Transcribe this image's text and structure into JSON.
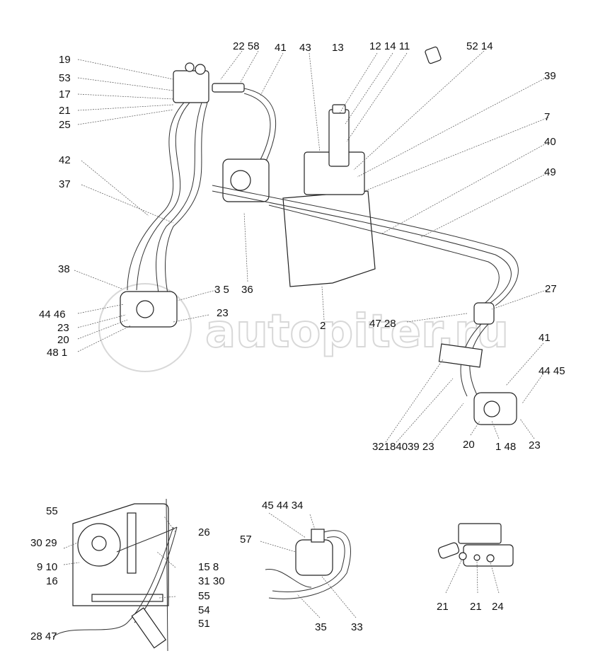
{
  "watermark": "autopiter.ru",
  "main_view": {
    "labels": [
      "19",
      "53",
      "17",
      "21",
      "25",
      "22 58",
      "41",
      "43",
      "13",
      "12 14 11",
      "52 14",
      "39",
      "7",
      "40",
      "49",
      "42",
      "37",
      "38",
      "3 5",
      "36",
      "44 46",
      "23",
      "20",
      "48 1",
      "23",
      "2",
      "47 28",
      "27",
      "41",
      "44 45",
      "32184039 23",
      "20",
      "1 48",
      "23"
    ]
  },
  "detail_left": {
    "labels": [
      "55",
      "30 29",
      "9 10",
      "16",
      "26",
      "15 8",
      "31 30",
      "55",
      "54",
      "51",
      "28 47"
    ]
  },
  "detail_middle": {
    "labels": [
      "45 44 34",
      "57",
      "35",
      "33"
    ]
  },
  "detail_right": {
    "labels": [
      "21",
      "21",
      "24"
    ]
  }
}
